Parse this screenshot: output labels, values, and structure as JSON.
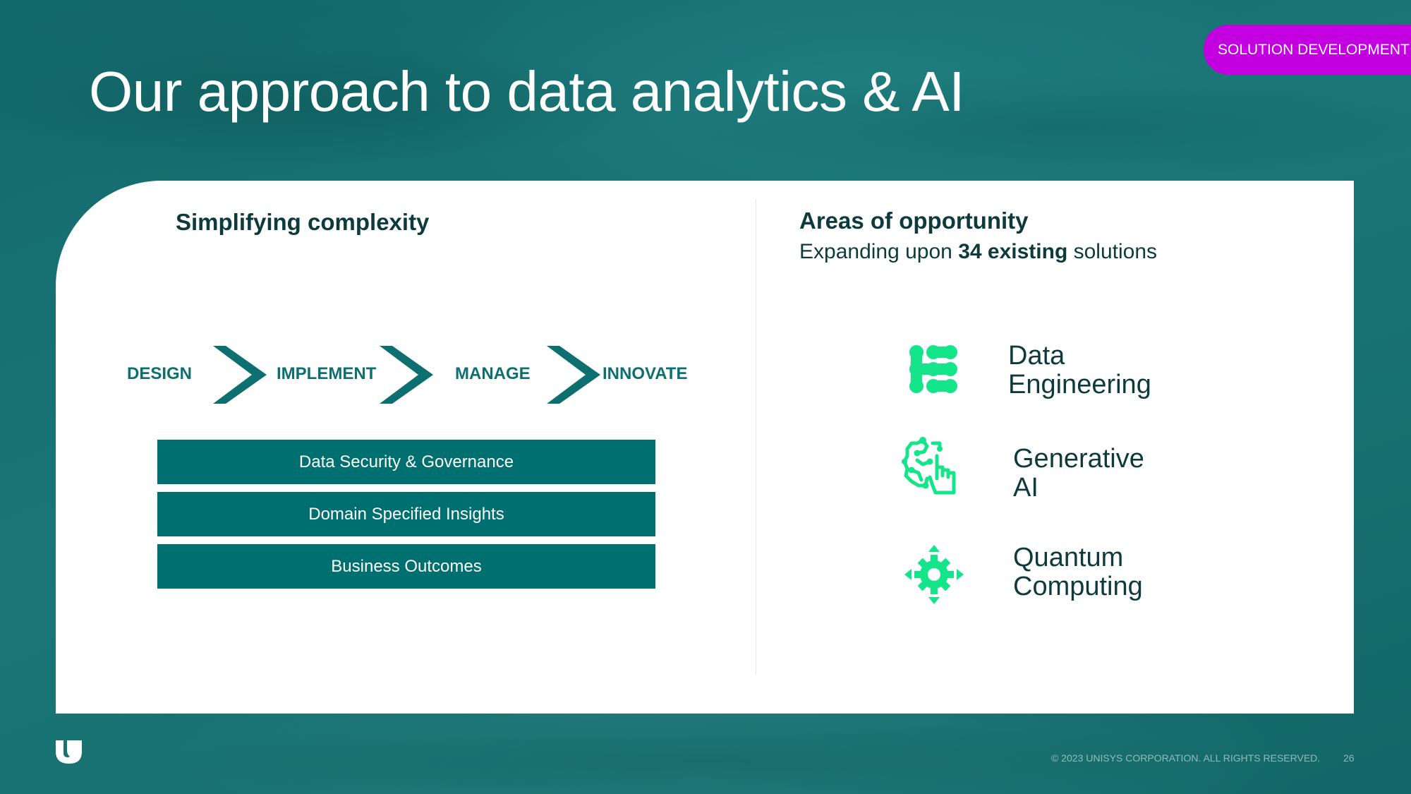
{
  "slide": {
    "title": "Our approach to data analytics & AI",
    "badge": "SOLUTION DEVELOPMENT"
  },
  "left": {
    "heading": "Simplifying complexity",
    "steps": [
      "DESIGN",
      "IMPLEMENT",
      "MANAGE",
      "INNOVATE"
    ],
    "layers": [
      "Data Security & Governance",
      "Domain Specified Insights",
      "Business Outcomes"
    ]
  },
  "right": {
    "heading": "Areas of opportunity",
    "subtitle_prefix": "Expanding upon ",
    "subtitle_bold": "34 existing",
    "subtitle_suffix": " solutions",
    "areas": [
      {
        "line1": "Data",
        "line2": "Engineering",
        "icon": "data-grid-icon"
      },
      {
        "line1": "Generative",
        "line2": "AI",
        "icon": "brain-hand-icon"
      },
      {
        "line1": "Quantum",
        "line2": "Computing",
        "icon": "gear-arrows-icon"
      }
    ]
  },
  "footer": {
    "copyright": "© 2023 UNISYS CORPORATION. ALL RIGHTS RESERVED.",
    "page_number": "26",
    "logo": "U"
  },
  "colors": {
    "background": "#156f71",
    "badge": "#c300df",
    "teal": "#006f70",
    "green_icon": "#14e58a",
    "dark_text": "#0d3a3c"
  }
}
